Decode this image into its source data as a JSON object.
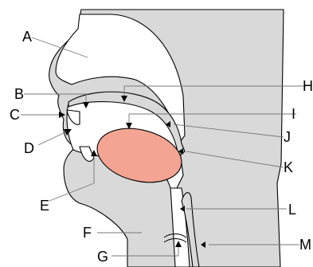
{
  "diagram": {
    "labels": [
      "A",
      "B",
      "C",
      "D",
      "E",
      "F",
      "G",
      "H",
      "I",
      "J",
      "K",
      "L",
      "M"
    ],
    "colors": {
      "tissue": "#d9d9d9",
      "outline": "#000000",
      "tongue": "#f4a492",
      "leader": "#777777",
      "background": "#ffffff"
    }
  }
}
